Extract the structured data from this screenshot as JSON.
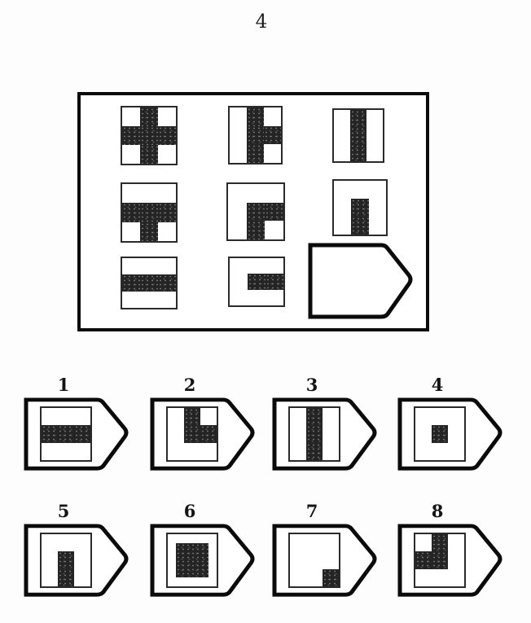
{
  "page_number": "4",
  "colors": {
    "paper": "#fdfdfd",
    "ink": "#0b0b0b",
    "stamp_fill": "#242424"
  },
  "matrix": {
    "rows": 3,
    "cols": 3,
    "missing_cell": "r3c3",
    "cells": [
      {
        "id": "r1c1",
        "desc": "cross: center row and center column dark",
        "type": "grid",
        "grid": [
          [
            0,
            1,
            0
          ],
          [
            1,
            1,
            1
          ],
          [
            0,
            1,
            0
          ]
        ]
      },
      {
        "id": "r1c2",
        "desc": "vertical bar with right middle arm",
        "type": "grid",
        "grid": [
          [
            0,
            1,
            0
          ],
          [
            0,
            1,
            1
          ],
          [
            0,
            1,
            0
          ]
        ]
      },
      {
        "id": "r1c3",
        "desc": "vertical center bar",
        "type": "grid",
        "grid": [
          [
            0,
            1,
            0
          ],
          [
            0,
            1,
            0
          ],
          [
            0,
            1,
            0
          ]
        ]
      },
      {
        "id": "r2c1",
        "desc": "horizontal bar with lower center stub",
        "type": "grid",
        "grid": [
          [
            0,
            0,
            0
          ],
          [
            1,
            1,
            1
          ],
          [
            0,
            1,
            0
          ]
        ]
      },
      {
        "id": "r2c2",
        "desc": "right arm plus lower stub corner shape",
        "type": "grid",
        "grid": [
          [
            0,
            0,
            0
          ],
          [
            0,
            1,
            1
          ],
          [
            0,
            1,
            0
          ]
        ]
      },
      {
        "id": "r2c3",
        "desc": "lower center vertical stub",
        "type": "grid",
        "grid": [
          [
            0,
            0,
            0
          ],
          [
            0,
            1,
            0
          ],
          [
            0,
            1,
            0
          ]
        ]
      },
      {
        "id": "r3c1",
        "desc": "horizontal center band",
        "type": "grid",
        "grid": [
          [
            0,
            0,
            0
          ],
          [
            1,
            1,
            1
          ],
          [
            0,
            0,
            0
          ]
        ]
      },
      {
        "id": "r3c2",
        "desc": "right half horizontal stub",
        "type": "grid",
        "grid": [
          [
            0,
            0,
            0
          ],
          [
            0,
            1,
            1
          ],
          [
            0,
            0,
            0
          ]
        ]
      }
    ]
  },
  "options": [
    {
      "number": "1",
      "desc": "horizontal center band",
      "type": "grid",
      "grid": [
        [
          0,
          0,
          0
        ],
        [
          1,
          1,
          1
        ],
        [
          0,
          0,
          0
        ]
      ]
    },
    {
      "number": "2",
      "desc": "top bar, center, right arm; white notch top-right",
      "type": "grid",
      "grid": [
        [
          0,
          1,
          0
        ],
        [
          0,
          1,
          1
        ],
        [
          0,
          0,
          0
        ]
      ]
    },
    {
      "number": "3",
      "desc": "vertical center bar",
      "type": "grid",
      "grid": [
        [
          0,
          1,
          0
        ],
        [
          0,
          1,
          0
        ],
        [
          0,
          1,
          0
        ]
      ]
    },
    {
      "number": "4",
      "desc": "small dark square in center",
      "type": "grid",
      "grid": [
        [
          0,
          0,
          0
        ],
        [
          0,
          1,
          0
        ],
        [
          0,
          0,
          0
        ]
      ]
    },
    {
      "number": "5",
      "desc": "lower center vertical stub",
      "type": "grid",
      "grid": [
        [
          0,
          0,
          0
        ],
        [
          0,
          1,
          0
        ],
        [
          0,
          1,
          0
        ]
      ]
    },
    {
      "number": "6",
      "desc": "large dark square centered",
      "type": "block",
      "inset": 0.17
    },
    {
      "number": "7",
      "desc": "small dark square bottom-right corner",
      "type": "grid",
      "grid": [
        [
          0,
          0,
          0
        ],
        [
          0,
          0,
          0
        ],
        [
          0,
          0,
          1
        ]
      ]
    },
    {
      "number": "8",
      "desc": "top bar, center, left arm; white notch top-left",
      "type": "grid",
      "grid": [
        [
          0,
          1,
          0
        ],
        [
          1,
          1,
          0
        ],
        [
          0,
          0,
          0
        ]
      ]
    }
  ]
}
